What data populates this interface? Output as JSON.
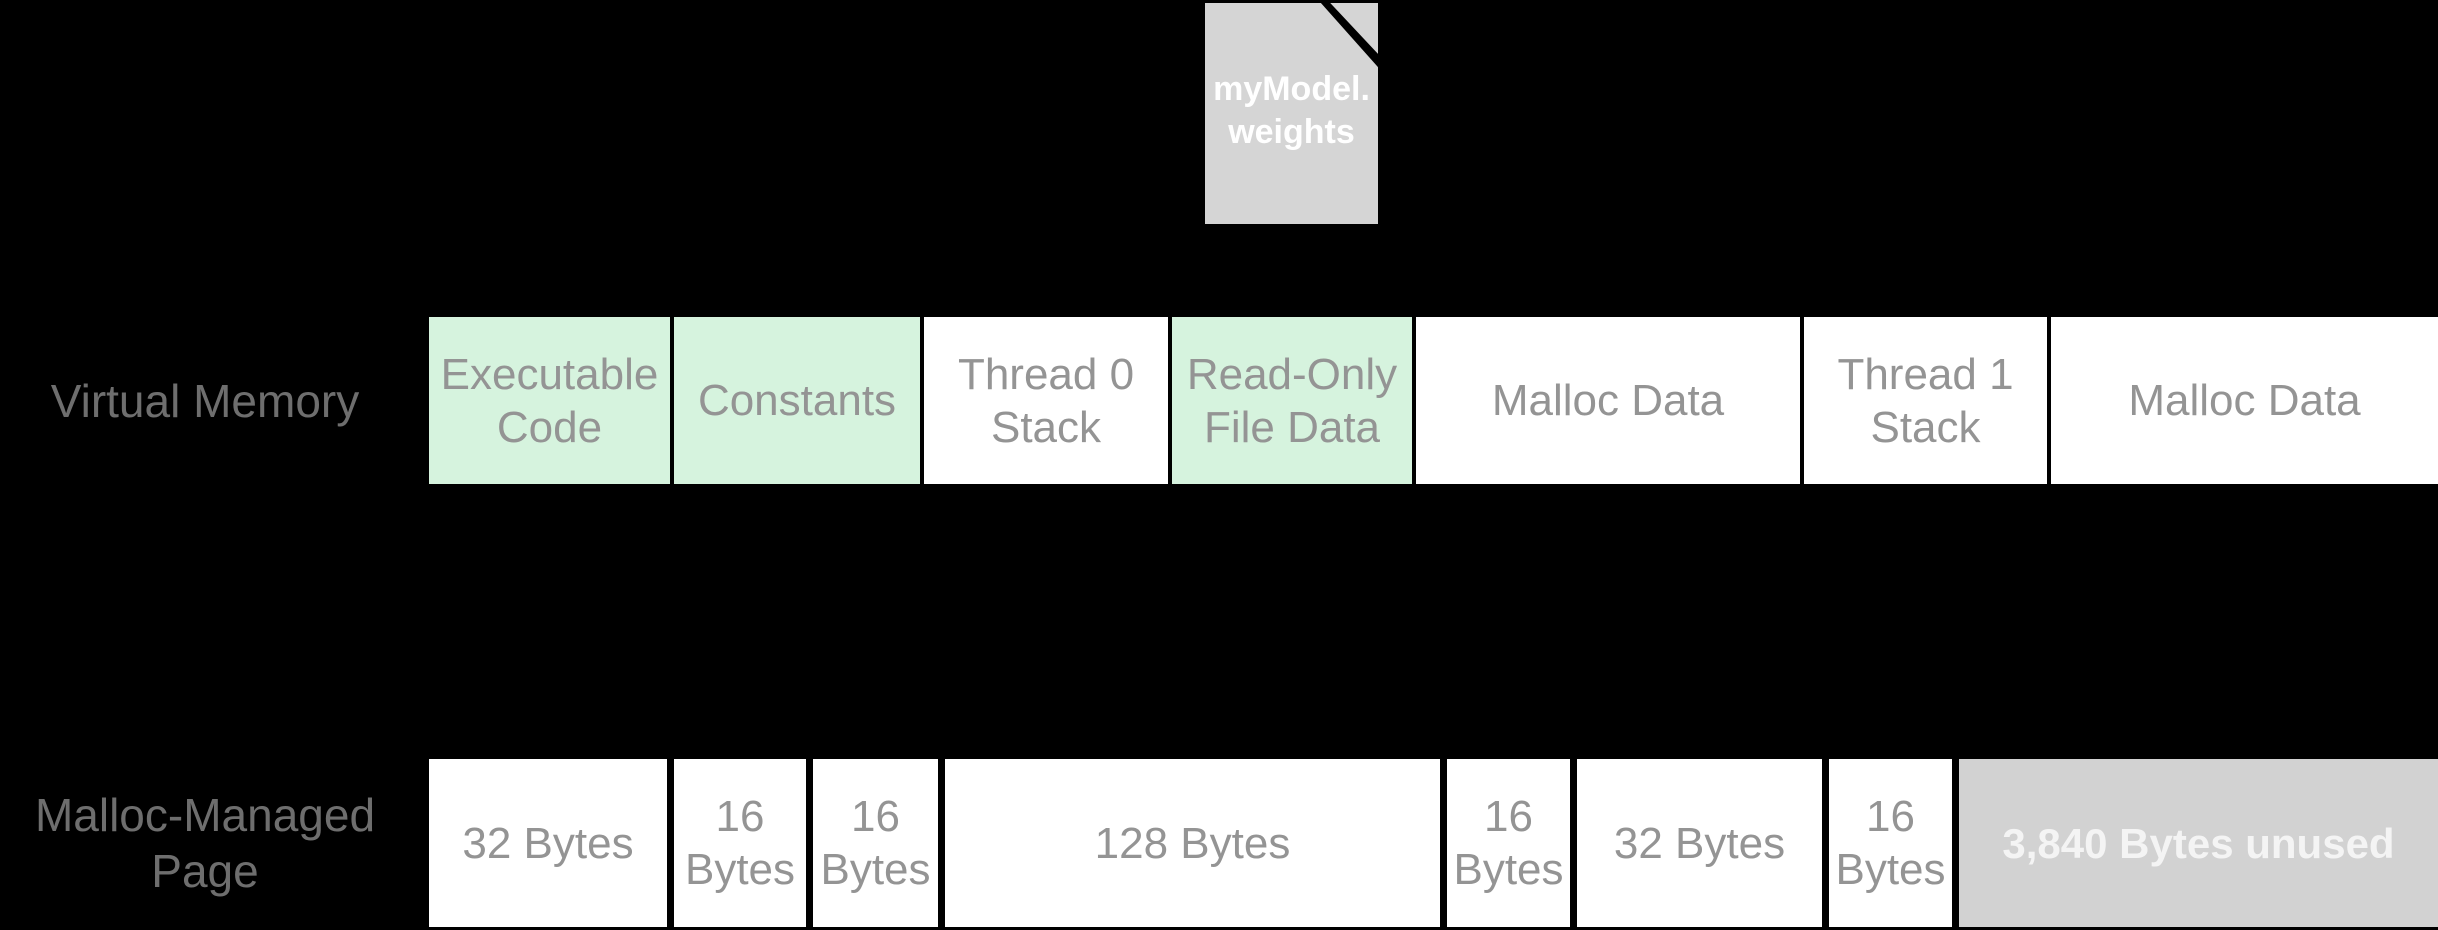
{
  "colors": {
    "background": "#000000",
    "mapped_region_green": "#d6f3de",
    "region_white": "#ffffff",
    "unused_gray": "#d2d2d2",
    "file_icon_gray": "#d5d5d5",
    "row_label_text": "#6e6e6e",
    "segment_label_text": "#949494"
  },
  "file": {
    "label": "myModel.\nweights"
  },
  "virtual_memory_row": {
    "label": "Virtual Memory",
    "segments": [
      {
        "label": "Executable\nCode",
        "type": "green"
      },
      {
        "label": "Constants",
        "type": "green"
      },
      {
        "label": "Thread 0\nStack",
        "type": "white"
      },
      {
        "label": "Read-Only\nFile Data",
        "type": "green"
      },
      {
        "label": "Malloc Data",
        "type": "white"
      },
      {
        "label": "Thread 1\nStack",
        "type": "white"
      },
      {
        "label": "Malloc Data",
        "type": "white"
      }
    ]
  },
  "malloc_page_row": {
    "label": "Malloc-Managed\nPage",
    "segments": [
      {
        "label": "32 Bytes",
        "type": "white"
      },
      {
        "label": "16\nBytes",
        "type": "white"
      },
      {
        "label": "16\nBytes",
        "type": "white"
      },
      {
        "label": "128 Bytes",
        "type": "white"
      },
      {
        "label": "16\nBytes",
        "type": "white"
      },
      {
        "label": "32 Bytes",
        "type": "white"
      },
      {
        "label": "16\nBytes",
        "type": "white"
      },
      {
        "label": "3,840 Bytes unused",
        "type": "unused"
      }
    ]
  }
}
